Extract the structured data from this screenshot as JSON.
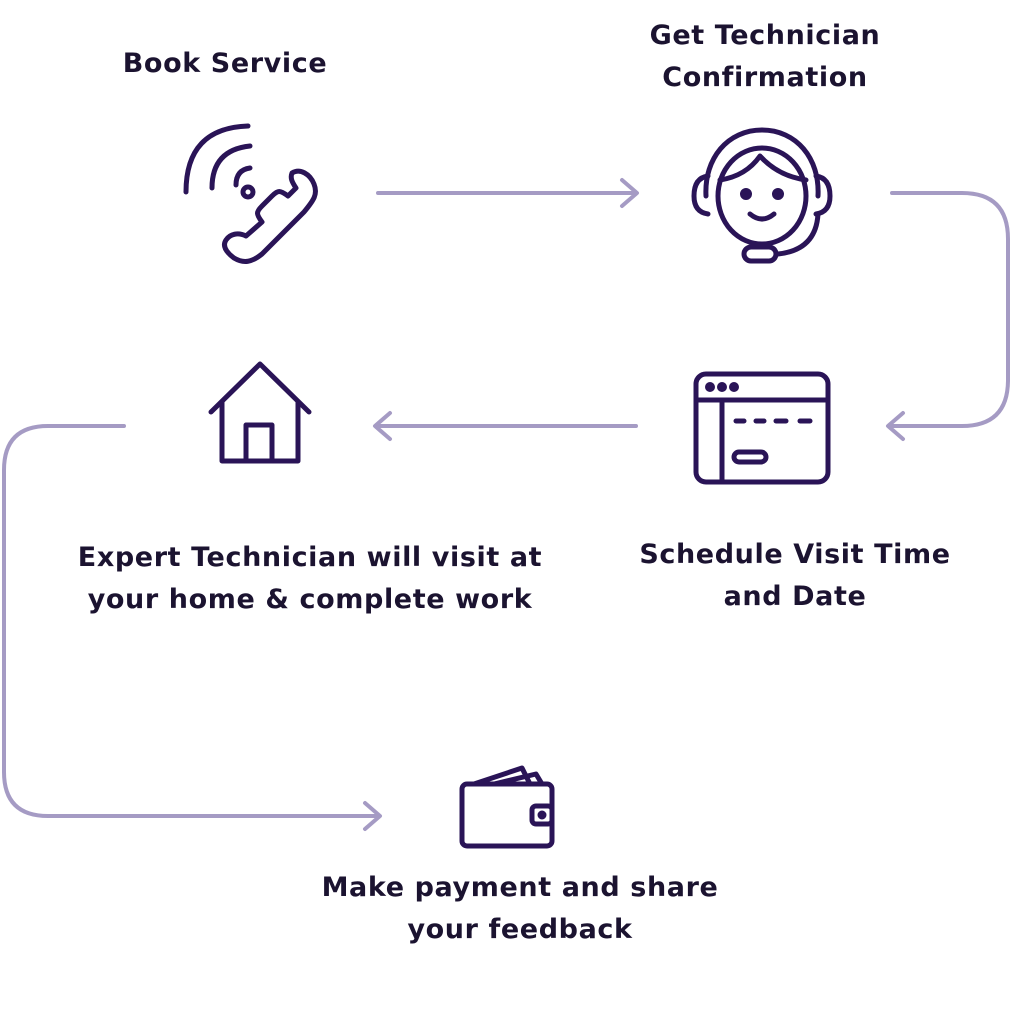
{
  "colors": {
    "icon_stroke": "#2a1457",
    "arrow_stroke": "#a59bc4",
    "text": "#1b1330",
    "background": "#ffffff"
  },
  "steps": [
    {
      "id": "book",
      "icon": "phone-icon",
      "lines": [
        "Book Service"
      ]
    },
    {
      "id": "confirm",
      "icon": "support-agent-icon",
      "lines": [
        "Get Technician",
        "Confirmation"
      ]
    },
    {
      "id": "schedule",
      "icon": "browser-window-icon",
      "lines": [
        "Schedule Visit Time",
        "and Date"
      ]
    },
    {
      "id": "visit",
      "icon": "home-icon",
      "lines": [
        "Expert Technician will visit at",
        "your home & complete work"
      ]
    },
    {
      "id": "pay",
      "icon": "wallet-icon",
      "lines": [
        "Make payment and share",
        "your feedback"
      ]
    }
  ],
  "flow": [
    "book",
    "confirm",
    "schedule",
    "visit",
    "pay"
  ]
}
